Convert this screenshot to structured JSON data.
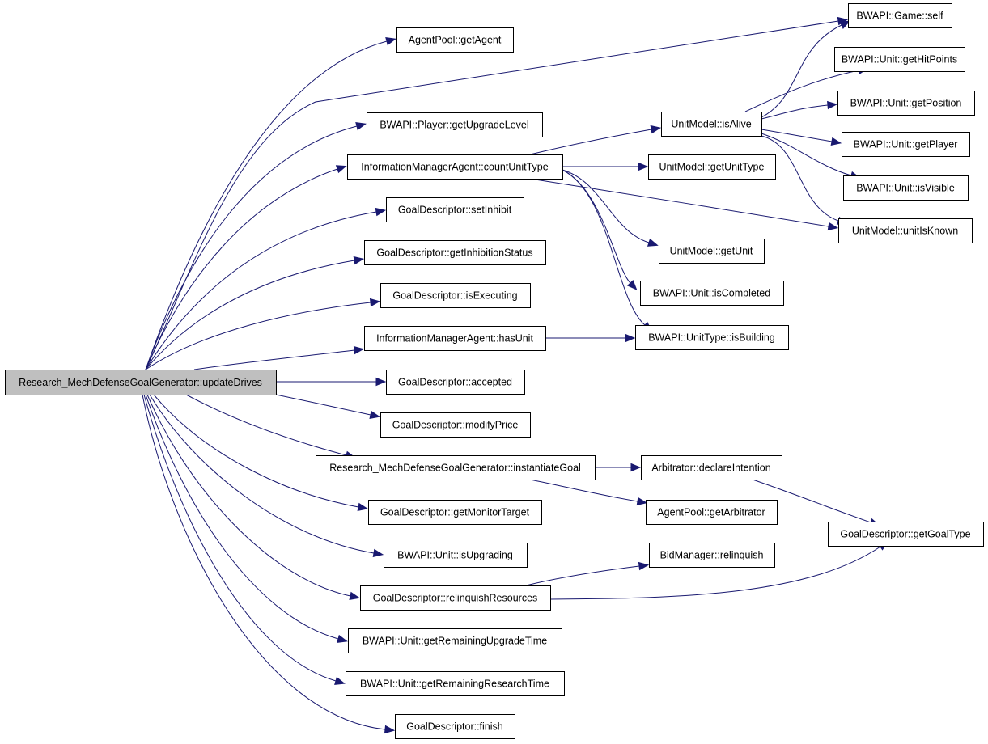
{
  "graph": {
    "root": "Research_MechDefenseGoalGenerator::updateDrives",
    "nodes": {
      "root": "Research_MechDefenseGoalGenerator::updateDrives",
      "agentpool_getagent": "AgentPool::getAgent",
      "player_getupgradelevel": "BWAPI::Player::getUpgradeLevel",
      "ima_countunittype": "InformationManagerAgent::countUnitType",
      "gd_setinhibit": "GoalDescriptor::setInhibit",
      "gd_getinhibitionstatus": "GoalDescriptor::getInhibitionStatus",
      "gd_isexecuting": "GoalDescriptor::isExecuting",
      "ima_hasunit": "InformationManagerAgent::hasUnit",
      "gd_accepted": "GoalDescriptor::accepted",
      "gd_modifyprice": "GoalDescriptor::modifyPrice",
      "gen_instantiategoal": "Research_MechDefenseGoalGenerator::instantiateGoal",
      "gd_getmonitortarget": "GoalDescriptor::getMonitorTarget",
      "unit_isupgrading": "BWAPI::Unit::isUpgrading",
      "gd_relinquishresources": "GoalDescriptor::relinquishResources",
      "unit_getremainingupgradetime": "BWAPI::Unit::getRemainingUpgradeTime",
      "unit_getremainingresearchtime": "BWAPI::Unit::getRemainingResearchTime",
      "gd_finish": "GoalDescriptor::finish",
      "unitmodel_isalive": "UnitModel::isAlive",
      "unitmodel_getunittype": "UnitModel::getUnitType",
      "unitmodel_getunit": "UnitModel::getUnit",
      "unit_iscompleted": "BWAPI::Unit::isCompleted",
      "unittype_isbuilding": "BWAPI::UnitType::isBuilding",
      "arbitrator_declareintention": "Arbitrator::declareIntention",
      "agentpool_getarbitrator": "AgentPool::getArbitrator",
      "bidmanager_relinquish": "BidManager::relinquish",
      "game_self": "BWAPI::Game::self",
      "unit_gethitpoints": "BWAPI::Unit::getHitPoints",
      "unit_getposition": "BWAPI::Unit::getPosition",
      "unit_getplayer": "BWAPI::Unit::getPlayer",
      "unit_isvisible": "BWAPI::Unit::isVisible",
      "unitmodel_unitisknown": "UnitModel::unitIsKnown",
      "gd_getgoaltype": "GoalDescriptor::getGoalType"
    },
    "edges": [
      [
        "root",
        "agentpool_getagent"
      ],
      [
        "root",
        "game_self"
      ],
      [
        "root",
        "player_getupgradelevel"
      ],
      [
        "root",
        "ima_countunittype"
      ],
      [
        "root",
        "gd_setinhibit"
      ],
      [
        "root",
        "gd_getinhibitionstatus"
      ],
      [
        "root",
        "gd_isexecuting"
      ],
      [
        "root",
        "ima_hasunit"
      ],
      [
        "root",
        "gd_accepted"
      ],
      [
        "root",
        "gd_modifyprice"
      ],
      [
        "root",
        "gen_instantiategoal"
      ],
      [
        "root",
        "gd_getmonitortarget"
      ],
      [
        "root",
        "unit_isupgrading"
      ],
      [
        "root",
        "gd_relinquishresources"
      ],
      [
        "root",
        "unit_getremainingupgradetime"
      ],
      [
        "root",
        "unit_getremainingresearchtime"
      ],
      [
        "root",
        "gd_finish"
      ],
      [
        "ima_countunittype",
        "unitmodel_isalive"
      ],
      [
        "ima_countunittype",
        "unitmodel_getunittype"
      ],
      [
        "ima_countunittype",
        "unitmodel_unitisknown"
      ],
      [
        "ima_countunittype",
        "unitmodel_getunit"
      ],
      [
        "ima_countunittype",
        "unit_iscompleted"
      ],
      [
        "ima_countunittype",
        "unittype_isbuilding"
      ],
      [
        "ima_hasunit",
        "unittype_isbuilding"
      ],
      [
        "unitmodel_isalive",
        "game_self"
      ],
      [
        "unitmodel_isalive",
        "unit_gethitpoints"
      ],
      [
        "unitmodel_isalive",
        "unit_getposition"
      ],
      [
        "unitmodel_isalive",
        "unit_getplayer"
      ],
      [
        "unitmodel_isalive",
        "unit_isvisible"
      ],
      [
        "unitmodel_isalive",
        "unitmodel_unitisknown"
      ],
      [
        "gen_instantiategoal",
        "arbitrator_declareintention"
      ],
      [
        "gen_instantiategoal",
        "agentpool_getarbitrator"
      ],
      [
        "arbitrator_declareintention",
        "gd_getgoaltype"
      ],
      [
        "gd_relinquishresources",
        "bidmanager_relinquish"
      ],
      [
        "gd_relinquishresources",
        "gd_getgoaltype"
      ]
    ]
  }
}
